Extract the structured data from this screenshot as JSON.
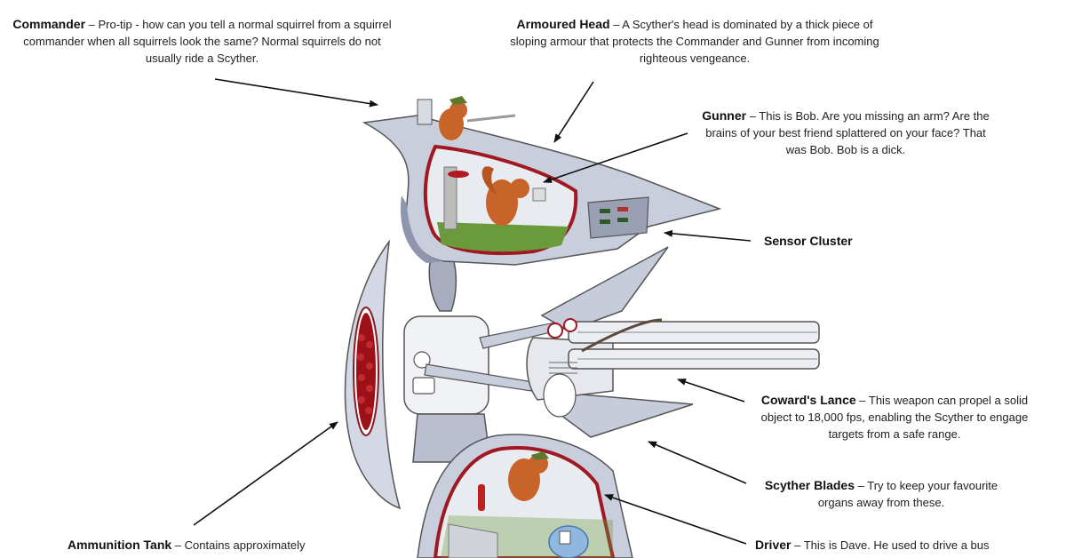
{
  "annotations": {
    "commander": {
      "title": "Commander",
      "text": " – Pro-tip - how can you tell a normal squirrel from a squirrel commander when all squirrels look the same? Normal squirrels do not usually ride a Scyther."
    },
    "armoured_head": {
      "title": "Armoured Head",
      "text": " – A Scyther's head is dominated by a thick piece of sloping armour that protects the Commander and Gunner from incoming righteous vengeance."
    },
    "gunner": {
      "title": "Gunner",
      "text": " – This is Bob. Are you missing an arm? Are the brains of your best friend splattered on your face? That was Bob. Bob is a dick."
    },
    "sensor_cluster": {
      "title": "Sensor Cluster",
      "text": ""
    },
    "cowards_lance": {
      "title": "Coward's Lance",
      "text": " – This weapon can propel a solid object to 18,000 fps, enabling the Scyther to engage targets from a safe range."
    },
    "scyther_blades": {
      "title": "Scyther Blades",
      "text": " – Try to keep your favourite organs away from these."
    },
    "driver": {
      "title": "Driver",
      "text": " – This is Dave. He used to drive a bus"
    },
    "ammunition_tank": {
      "title": "Ammunition Tank",
      "text": " –  Contains approximately"
    }
  },
  "colors": {
    "armour": "#c9cedd",
    "armour_dark": "#8e95ad",
    "cockpit_rim": "#a01822",
    "cockpit_floor": "#6a9a3a",
    "squirrel": "#c8642a",
    "ammo": "#9c1018"
  }
}
